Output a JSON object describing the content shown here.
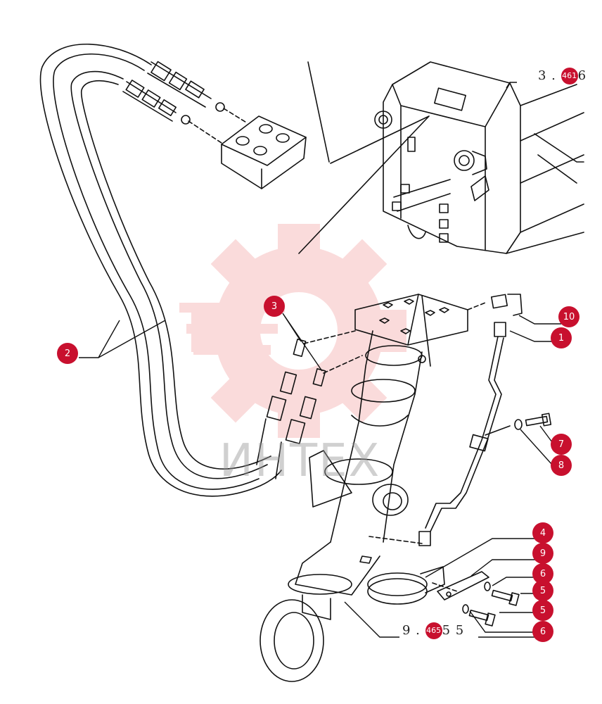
{
  "watermark": {
    "text": "ИНТЕХ",
    "color": "#f5a0a0"
  },
  "accent_color": "#c8102e",
  "callouts": {
    "c1": "1",
    "c2": "2",
    "c3": "3",
    "c4": "4",
    "c5a": "5",
    "c5b": "5",
    "c6a": "6",
    "c6b": "6",
    "c7": "7",
    "c8": "8",
    "c9": "9",
    "c10": "10"
  },
  "references": {
    "top": {
      "prefix": "3 . ",
      "badge": "461",
      "suffix": "6"
    },
    "bottom": {
      "prefix": "9 . ",
      "badge": "465",
      "suffix": "5 5"
    }
  }
}
